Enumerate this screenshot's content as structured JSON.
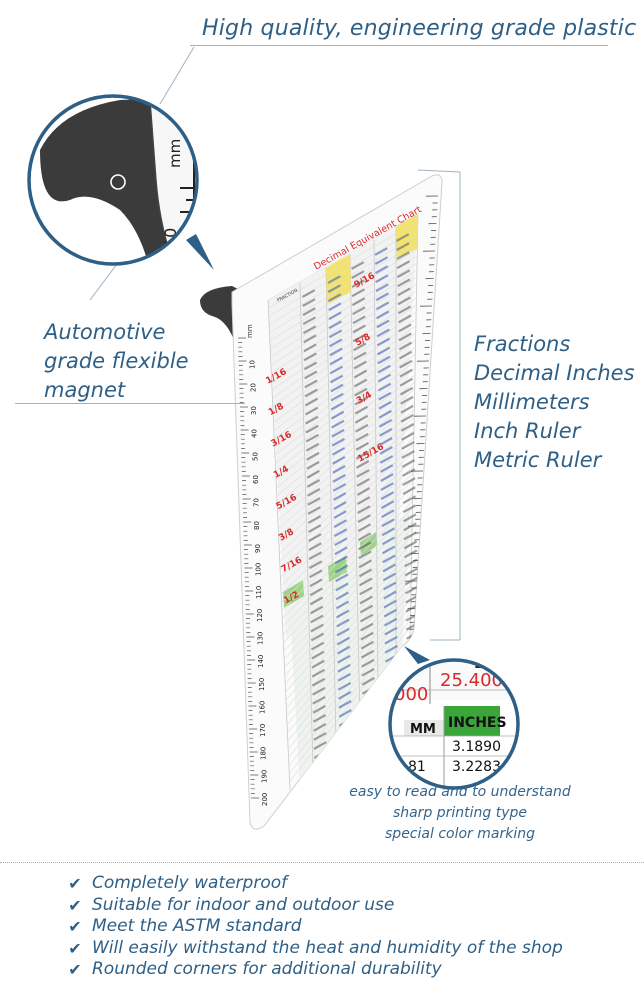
{
  "headline": "High quality, engineering grade plastic",
  "magnet_label": [
    "Automotive",
    "grade flexible",
    "magnet"
  ],
  "features": [
    "Fractions",
    "Decimal Inches",
    "Millimeters",
    "Inch Ruler",
    "Metric Ruler"
  ],
  "zoom_caption": [
    "easy to read and to understand",
    "sharp printing type",
    "special color marking"
  ],
  "benefits": [
    "Completely waterproof",
    "Suitable for indoor and outdoor use",
    "Meet the ASTM standard",
    "Will easily withstand the heat and humidity of the shop",
    "Rounded corners for additional durability"
  ],
  "card": {
    "title": "Decimal Equivalent Chart",
    "col_fraction": "FRACTION",
    "fractions_left": [
      "1/16",
      "1/8",
      "3/16",
      "1/4",
      "5/16",
      "3/8",
      "7/16",
      "1/2"
    ],
    "fractions_right": [
      "9/16",
      "5/8",
      "3/4",
      "15/16"
    ],
    "mm_label": "mm",
    "mm_ticks": [
      "10",
      "20",
      "30",
      "40",
      "50",
      "60",
      "70",
      "80",
      "90",
      "100",
      "110",
      "120",
      "130",
      "140",
      "150",
      "160",
      "170",
      "180",
      "190",
      "200"
    ]
  },
  "zoom_lens": {
    "top_value": "25.400",
    "left_value": "000",
    "head_mm": "MM",
    "head_inches": "INCHES",
    "val1": "3.1890",
    "val2": "3.2283",
    "partial_top": "25"
  },
  "colors": {
    "accent": "#2e5f86",
    "fraction_red": "#d52b2b",
    "inches_green": "#3aa63a",
    "magnet_dark": "#3b3b3b"
  }
}
